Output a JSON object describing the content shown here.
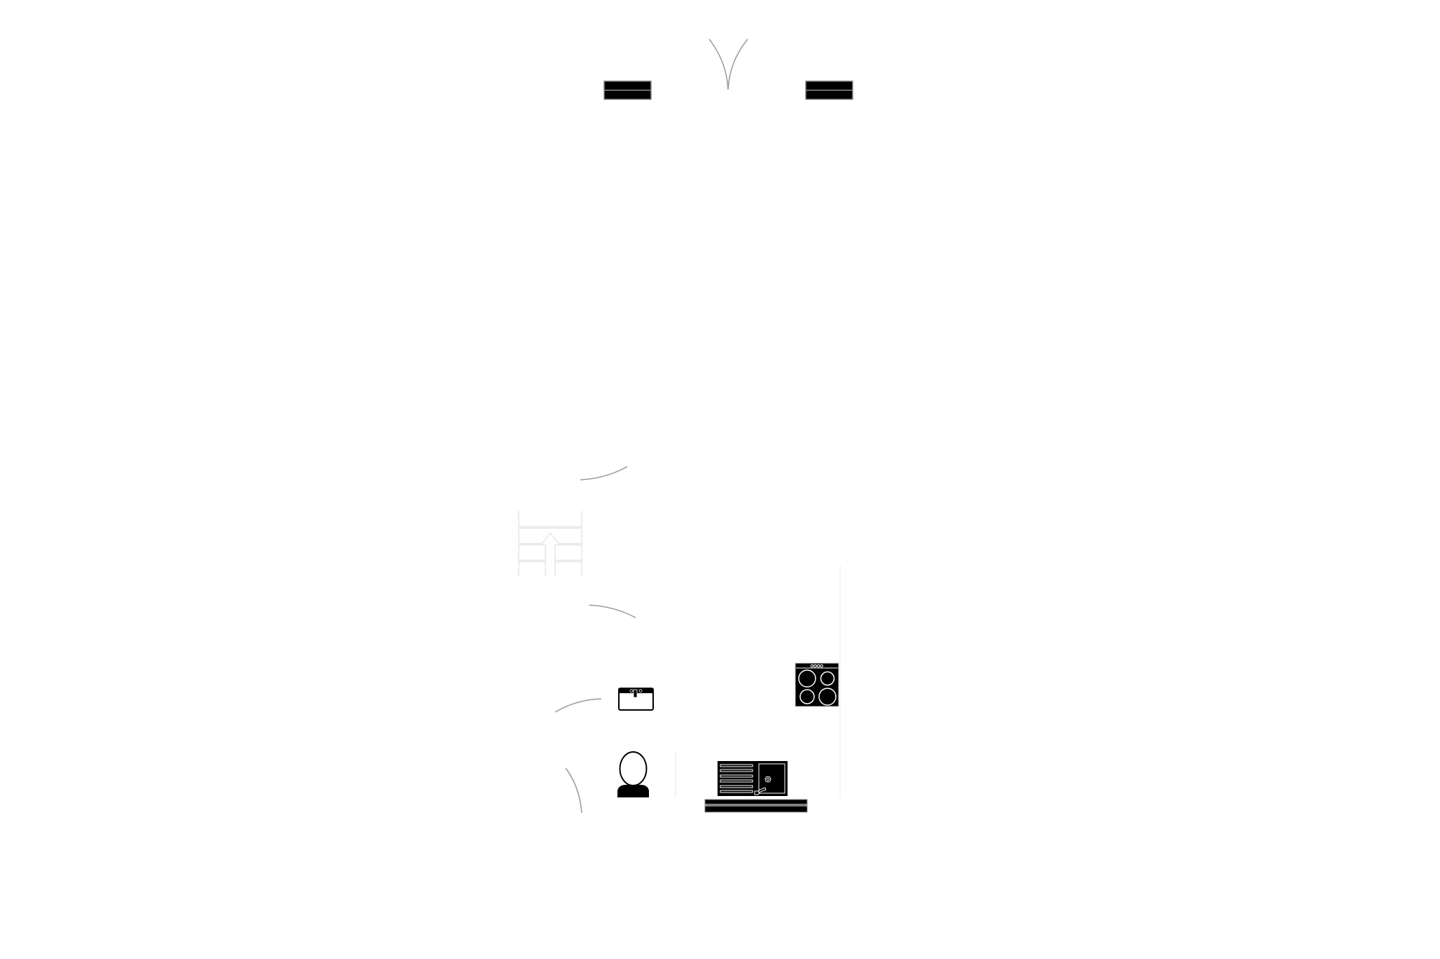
{
  "plan": {
    "colors": {
      "background": "#ffffff",
      "fixture": "#000000",
      "outline": "#808080",
      "door_arc": "#999999",
      "faint_line": "#eeeeee"
    },
    "symbols": [
      "window",
      "window",
      "double-door-swing",
      "door-swing",
      "stairs-up",
      "door-swing",
      "wash-basin",
      "door-swing",
      "toilet",
      "door-swing",
      "cooktop",
      "kitchen-sink",
      "counter"
    ]
  }
}
